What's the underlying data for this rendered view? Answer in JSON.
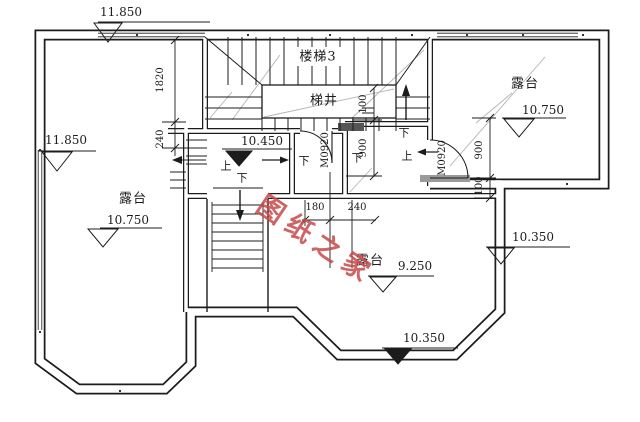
{
  "drawing": {
    "watermark": "图纸之家",
    "stair": {
      "name": "楼梯3",
      "well": "梯井"
    },
    "directions": {
      "up": "上",
      "down": "下"
    },
    "terraces": {
      "left": {
        "name": "露台",
        "level": "10.750"
      },
      "right": {
        "name": "露台",
        "level": "10.750"
      },
      "bottom": {
        "name": "露台",
        "level": "9.250"
      }
    },
    "levels": {
      "roof_top": "11.850",
      "roof_left": "11.850",
      "landing": "10.450",
      "terrace_right_edge": "10.350",
      "terrace_bottom_edge": "10.350"
    },
    "dimensions": {
      "stair_height": "1820",
      "stair_offset": "240",
      "mid_upper": "100",
      "mid_lower": "900",
      "right_upper": "900",
      "right_lower": "100",
      "bottom_left": "180",
      "bottom_right": "240"
    },
    "doors": {
      "left": "M0920",
      "right": "M0920"
    },
    "colors": {
      "line": "#1c1c1c",
      "watermark": "#c74a4a",
      "hatch": "#b4b4b4"
    }
  }
}
